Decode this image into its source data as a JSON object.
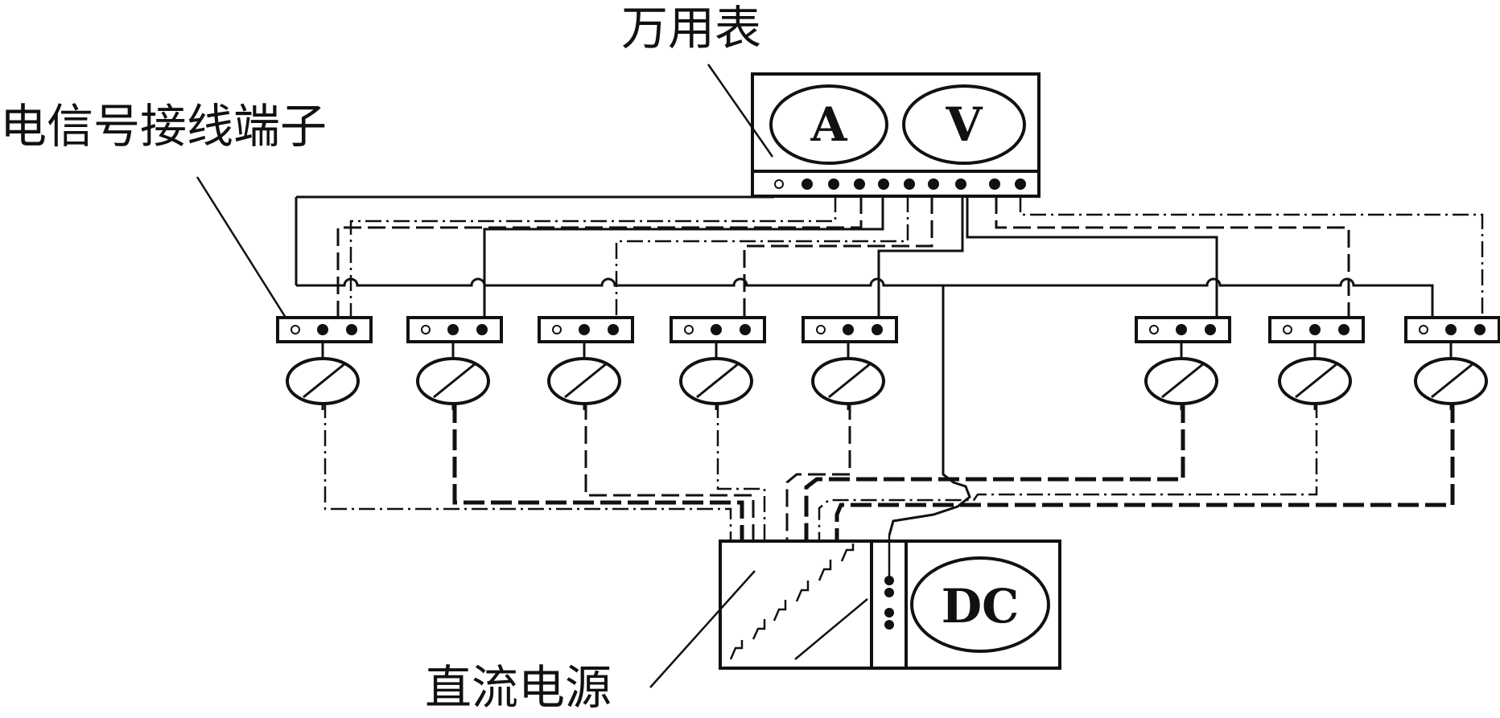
{
  "labels": {
    "multimeter": "万用表",
    "terminal": "电信号接线端子",
    "dc_supply": "直流电源"
  },
  "meters": {
    "ammeter": "A",
    "voltmeter": "V",
    "dc": "DC"
  },
  "sensor_groups": [
    {
      "id": "sensor-1"
    },
    {
      "id": "sensor-2"
    },
    {
      "id": "sensor-3"
    },
    {
      "id": "sensor-4"
    },
    {
      "id": "sensor-5"
    },
    {
      "id": "sensor-6"
    },
    {
      "id": "sensor-7"
    },
    {
      "id": "sensor-8"
    }
  ],
  "colors": {
    "ink": "#111111",
    "background": "#ffffff"
  }
}
